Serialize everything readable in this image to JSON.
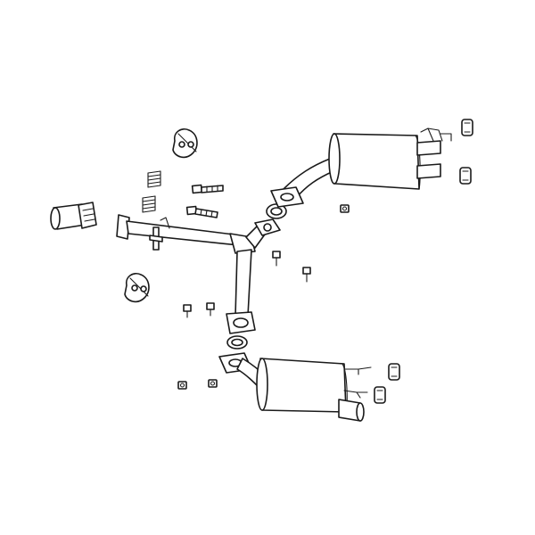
{
  "diagram": {
    "kind": "exhaust-system-exploded-view",
    "line_color": "#1a1a1a",
    "background": "#ffffff",
    "parts": [
      "front-pipe-stub",
      "front-flange-gasket",
      "y-pipe",
      "upper-muffler",
      "lower-muffler",
      "upper-ring-gasket",
      "lower-ring-gasket",
      "rubber-hanger-top",
      "rubber-hanger-left",
      "springs",
      "flange-bolts",
      "nuts",
      "rubber-bushings"
    ]
  }
}
